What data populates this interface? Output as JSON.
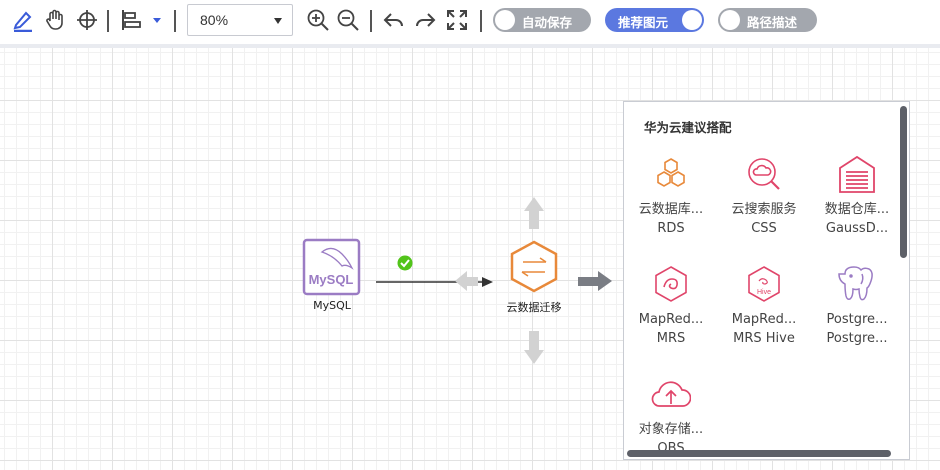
{
  "toolbar": {
    "zoom_value": "80%",
    "toggles": {
      "autosave": "自动保存",
      "recommend": "推荐图元",
      "path_desc": "路径描述"
    }
  },
  "canvas": {
    "nodes": {
      "mysql_label": "MySQL",
      "mysql_icon_text": "MySQL",
      "migration_label": "云数据迁移"
    }
  },
  "panel": {
    "title": "华为云建议搭配",
    "services": [
      {
        "name1": "云数据库...",
        "name2": "RDS",
        "icon": "rds-honeycomb-icon"
      },
      {
        "name1": "云搜索服务",
        "name2": "CSS",
        "icon": "search-cloud-icon"
      },
      {
        "name1": "数据仓库...",
        "name2": "GaussD...",
        "icon": "warehouse-icon"
      },
      {
        "name1": "MapRed...",
        "name2": "MRS",
        "icon": "mapreduce-icon"
      },
      {
        "name1": "MapRed...",
        "name2": "MRS Hive",
        "icon": "hive-icon",
        "icon_text": "Hive"
      },
      {
        "name1": "Postgre...",
        "name2": "Postgre...",
        "icon": "postgres-elephant-icon"
      },
      {
        "name1": "对象存储...",
        "name2": "OBS",
        "icon": "obs-cloud-upload-icon"
      }
    ]
  },
  "colors": {
    "accent": "#5b78e0",
    "toggle_off": "#a3a7ae",
    "orange": "#e8893a",
    "red": "#e0456a",
    "purple": "#9b7cc4"
  }
}
